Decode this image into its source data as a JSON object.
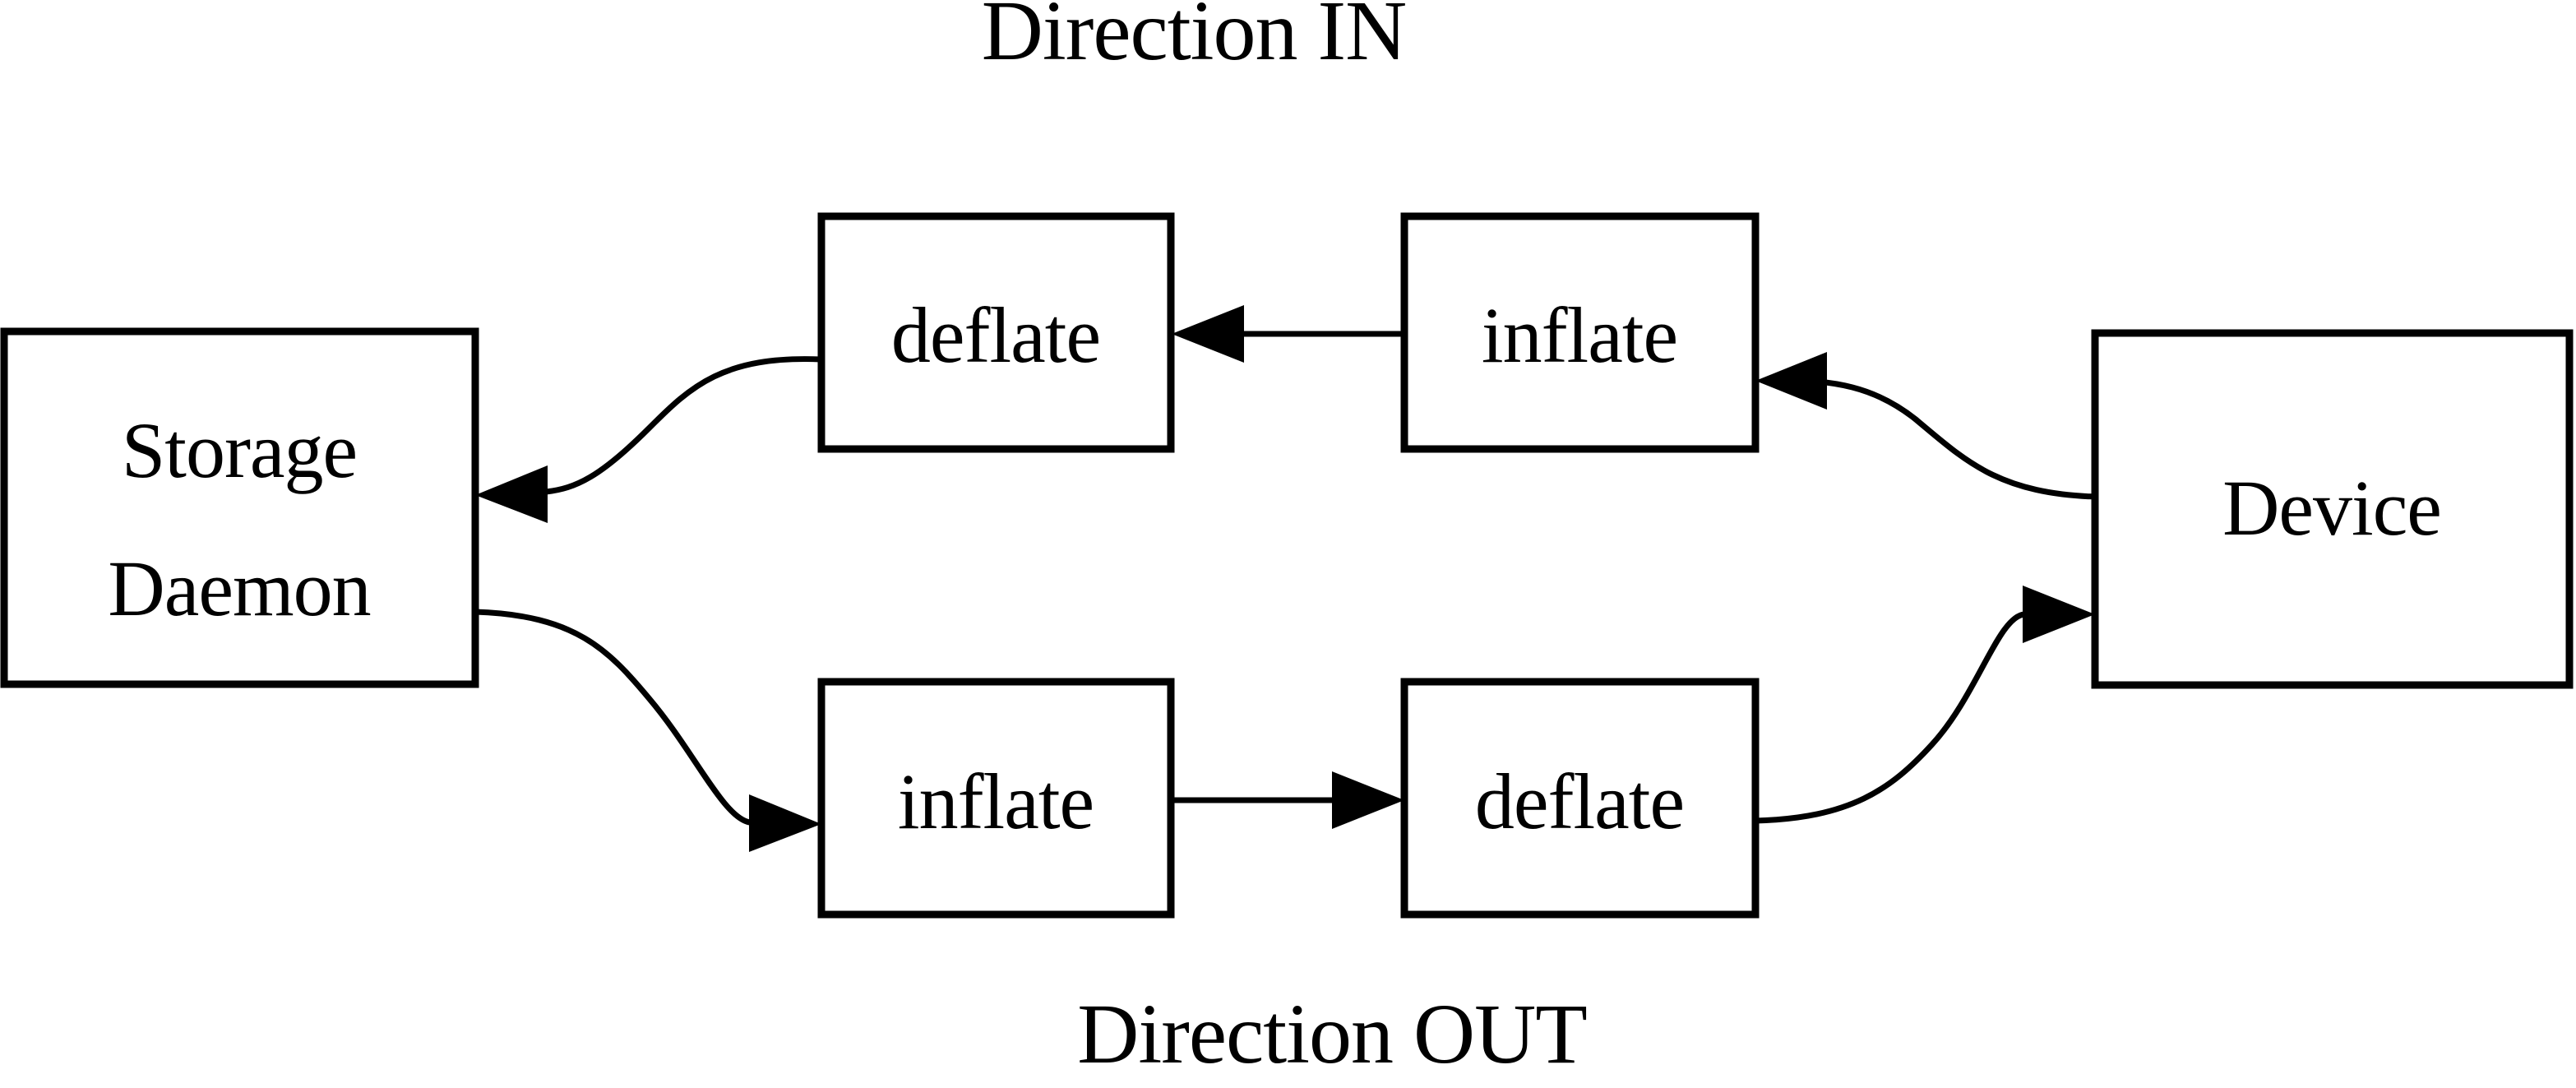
{
  "diagram": {
    "title_top": "Direction IN",
    "title_bottom": "Direction OUT",
    "background_color": "#ffffff",
    "stroke_color": "#000000",
    "nodes": {
      "storage_daemon_line1": "Storage",
      "storage_daemon_line2": "Daemon",
      "top_deflate": "deflate",
      "top_inflate": "inflate",
      "bottom_inflate": "inflate",
      "bottom_deflate": "deflate",
      "device": "Device"
    },
    "edges": [
      {
        "id": "device-to-top-inflate",
        "from": "Device",
        "to": "inflate",
        "style": "curved",
        "direction": "right-to-left"
      },
      {
        "id": "top-inflate-to-top-deflate",
        "from": "inflate",
        "to": "deflate",
        "style": "straight",
        "direction": "right-to-left"
      },
      {
        "id": "top-deflate-to-storage-daemon",
        "from": "deflate",
        "to": "Storage Daemon",
        "style": "curved",
        "direction": "right-to-left"
      },
      {
        "id": "storage-daemon-to-bottom-inflate",
        "from": "Storage Daemon",
        "to": "inflate",
        "style": "curved",
        "direction": "left-to-right"
      },
      {
        "id": "bottom-inflate-to-bottom-deflate",
        "from": "inflate",
        "to": "deflate",
        "style": "straight",
        "direction": "left-to-right"
      },
      {
        "id": "bottom-deflate-to-device",
        "from": "deflate",
        "to": "Device",
        "style": "curved",
        "direction": "left-to-right"
      }
    ]
  }
}
